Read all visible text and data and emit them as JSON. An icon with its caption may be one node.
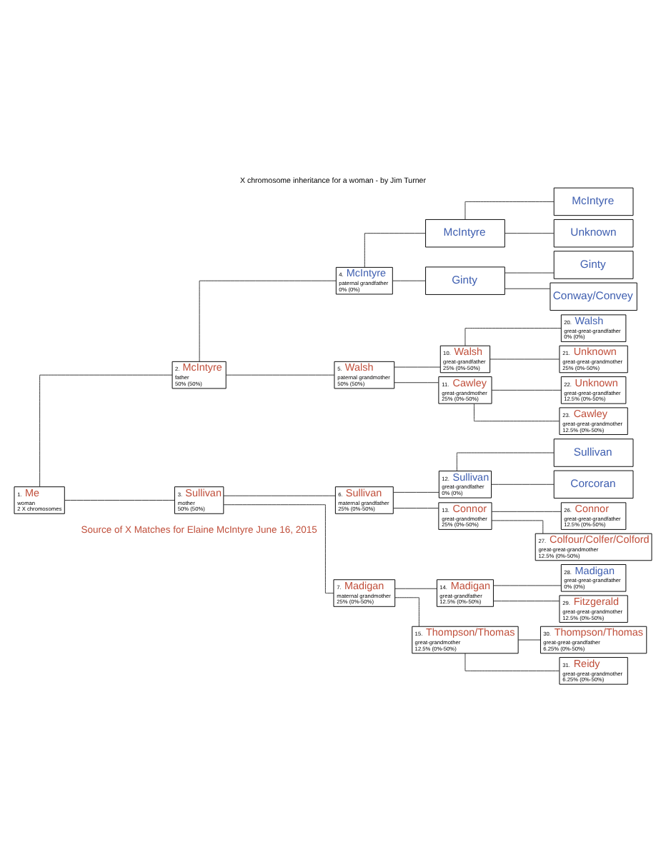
{
  "diagram": {
    "title": "X chromosome inheritance for a woman - by Jim Turner",
    "nodes": [
      {
        "text": [
          "1.",
          "Me",
          "woman",
          "2 X chromosomes"
        ]
      },
      {
        "text": [
          "2.",
          "McIntyre",
          "father",
          "50% (50%)"
        ]
      },
      {
        "text": [
          "4.",
          "McIntyre",
          "paternal grandfather",
          "0% (0%)"
        ]
      },
      {
        "text": [
          "McIntyre"
        ]
      },
      {
        "text": [
          "McIntyre"
        ]
      },
      {
        "text": [
          "Unknown"
        ]
      },
      {
        "text": [
          "Ginty"
        ]
      },
      {
        "text": [
          "Ginty"
        ]
      },
      {
        "text": [
          "Conway/Convey"
        ]
      },
      {
        "text": [
          "5.",
          "Walsh",
          "paternal grandmother",
          "50% (50%)"
        ]
      },
      {
        "text": [
          "10.",
          "Walsh",
          "great-grandfather",
          "25% (0%-50%)"
        ]
      },
      {
        "text": [
          "20.",
          "Walsh",
          "great-great-grandfather",
          "0% (0%)"
        ]
      },
      {
        "text": [
          "21.",
          "Unknown",
          "great-great-grandmother",
          "25% (0%-50%)"
        ]
      },
      {
        "text": [
          "11.",
          "Cawley",
          "great-grandmother",
          "25% (0%-50%)"
        ]
      },
      {
        "text": [
          "22.",
          "Unknown",
          "great-great-grandfather",
          "12.5% (0%-50%)"
        ]
      },
      {
        "text": [
          "23.",
          "Cawley",
          "great-great-grandmother",
          "12.5% (0%-50%)"
        ]
      },
      {
        "text": [
          "3.",
          "Sullivan",
          "mother",
          "50% (50%)"
        ]
      },
      {
        "text": [
          "6.",
          "Sullivan",
          "maternal grandfather",
          "25% (0%-50%)"
        ]
      },
      {
        "text": [
          "12.",
          "Sullivan",
          "great-grandfather",
          "0% (0%)"
        ]
      },
      {
        "text": [
          "Sullivan"
        ]
      },
      {
        "text": [
          "Corcoran"
        ]
      },
      {
        "text": [
          "13.",
          "Connor",
          "great-grandmother",
          "25% (0%-50%)"
        ]
      },
      {
        "text": [
          "26.",
          "Connor",
          "great-great-grandfather",
          "12.5% (0%-50%)"
        ]
      },
      {
        "text": [
          "27.",
          "Colfour/Colfer/Colford",
          "great-great-grandmother",
          "12.5% (0%-50%)"
        ]
      },
      {
        "text": [
          "7.",
          "Madigan",
          "maternal grandmother",
          "25% (0%-50%)"
        ]
      },
      {
        "text": [
          "14.",
          "Madigan",
          "great-grandfather",
          "12.5% (0%-50%)"
        ]
      },
      {
        "text": [
          "28.",
          "Madigan",
          "great-great-grandfather",
          "0% (0%)"
        ]
      },
      {
        "text": [
          "29.",
          "Fitzgerald",
          "great-great-grandmother",
          "12.5% (0%-50%)"
        ]
      },
      {
        "text": [
          "15.",
          "Thompson/Thomas",
          "great-grandmother",
          "12.5% (0%-50%)"
        ]
      },
      {
        "text": [
          "30.",
          "Thompson/Thomas",
          "great-great-grandfather",
          "6.25% (0%-50%)"
        ]
      },
      {
        "text": [
          "31.",
          "Reidy",
          "great-great-grandmother",
          "6.25% (0%-50%)"
        ]
      }
    ],
    "edges": [
      {
        "from": 0,
        "to": 1,
        "arrow": "none"
      },
      {
        "from": 0,
        "to": 16,
        "arrow": "none"
      },
      {
        "from": 1,
        "to": 2,
        "arrow": "none"
      },
      {
        "from": 1,
        "to": 9,
        "arrow": "none"
      },
      {
        "from": 2,
        "to": 3,
        "arrow": "none"
      },
      {
        "from": 2,
        "to": 6,
        "arrow": "none"
      },
      {
        "from": 3,
        "to": 4,
        "arrow": "none"
      },
      {
        "from": 3,
        "to": 5,
        "arrow": "none"
      },
      {
        "from": 6,
        "to": 7,
        "arrow": "none"
      },
      {
        "from": 6,
        "to": 8,
        "arrow": "none"
      },
      {
        "from": 9,
        "to": 10,
        "arrow": "none"
      },
      {
        "from": 9,
        "to": 13,
        "arrow": "none"
      },
      {
        "from": 10,
        "to": 11,
        "arrow": "none"
      },
      {
        "from": 10,
        "to": 12,
        "arrow": "none"
      },
      {
        "from": 13,
        "to": 14,
        "arrow": "none"
      },
      {
        "from": 13,
        "to": 15,
        "arrow": "none"
      },
      {
        "from": 16,
        "to": 17,
        "arrow": "none"
      },
      {
        "from": 16,
        "to": 24,
        "arrow": "none"
      },
      {
        "from": 17,
        "to": 18,
        "arrow": "none"
      },
      {
        "from": 17,
        "to": 21,
        "arrow": "none"
      },
      {
        "from": 18,
        "to": 19,
        "arrow": "none"
      },
      {
        "from": 18,
        "to": 20,
        "arrow": "none"
      },
      {
        "from": 21,
        "to": 22,
        "arrow": "none"
      },
      {
        "from": 21,
        "to": 23,
        "arrow": "none"
      },
      {
        "from": 24,
        "to": 25,
        "arrow": "none"
      },
      {
        "from": 24,
        "to": 28,
        "arrow": "none"
      },
      {
        "from": 25,
        "to": 26,
        "arrow": "none"
      },
      {
        "from": 25,
        "to": 27,
        "arrow": "none"
      },
      {
        "from": 28,
        "to": 29,
        "arrow": "none"
      },
      {
        "from": 28,
        "to": 30,
        "arrow": "none"
      }
    ],
    "labels": [
      "Source of X Matches for Elaine McIntyre June 16, 2015"
    ]
  }
}
